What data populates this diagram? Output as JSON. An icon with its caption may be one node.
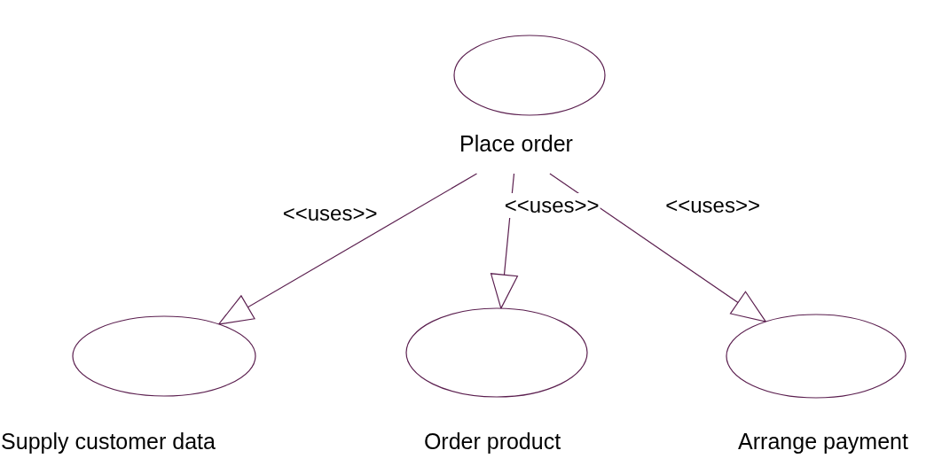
{
  "diagram": {
    "nodes": [
      {
        "text": [
          "Place order"
        ]
      },
      {
        "text": [
          "Supply customer data"
        ]
      },
      {
        "text": [
          "Order product"
        ]
      },
      {
        "text": [
          "Arrange payment"
        ]
      }
    ],
    "edges": [
      {
        "from": 0,
        "to": 1,
        "arrow": "to",
        "label": "<<uses>>"
      },
      {
        "from": 0,
        "to": 2,
        "arrow": "to",
        "label": "<<uses>>"
      },
      {
        "from": 0,
        "to": 3,
        "arrow": "to",
        "label": "<<uses>>"
      }
    ]
  }
}
